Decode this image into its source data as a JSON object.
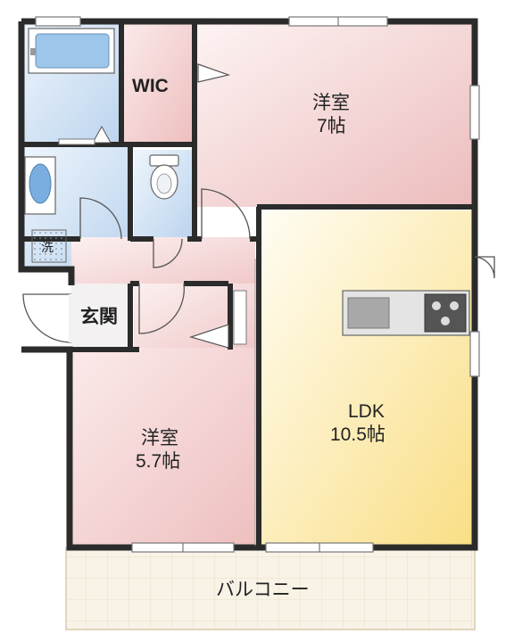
{
  "rooms": {
    "wic": {
      "label": "WIC"
    },
    "western_room_1": {
      "label": "洋室",
      "size": "7帖"
    },
    "western_room_2": {
      "label": "洋室",
      "size": "5.7帖"
    },
    "ldk": {
      "label": "LDK",
      "size": "10.5帖"
    },
    "entrance": {
      "label": "玄関"
    },
    "washroom": {
      "label": "洗"
    },
    "balcony": {
      "label": "バルコニー"
    }
  },
  "colors": {
    "wall": "#2b2b2b",
    "western_room": "#f2cccc",
    "ldk": "#fbe7a6",
    "wet_area": "#c9ddf2",
    "hall": "#f6d6d6",
    "balcony": "#f7f1e2",
    "kitchen_counter": "#d9d9d9"
  }
}
